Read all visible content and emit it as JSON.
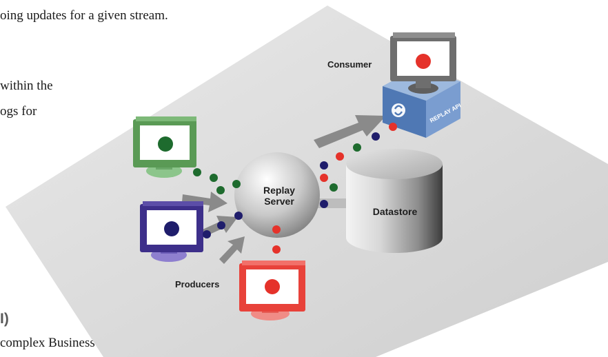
{
  "page_text": {
    "line1": "oing updates for a given stream.",
    "line2": "within the",
    "line3": "ogs for",
    "heading_fragment": "I)",
    "line4": "complex Business"
  },
  "diagram": {
    "consumer_label": "Consumer",
    "producers_label": "Producers",
    "server_label_line1": "Replay",
    "server_label_line2": "Server",
    "datastore_label": "Datastore",
    "api_box_label": "REPLAY API",
    "colors": {
      "platform": "#dcdcdc",
      "green_monitor": "#5a9a55",
      "purple_monitor": "#3d2f8a",
      "red_monitor": "#e8423a",
      "gray_monitor": "#6e6e6e",
      "api_box": "#6d93c8",
      "dot_green": "#1e6b2e",
      "dot_navy": "#1f1d6b",
      "dot_red": "#e5322a",
      "arrow": "#8a8a8a"
    },
    "icons": [
      "replay-api-logo-icon"
    ]
  }
}
